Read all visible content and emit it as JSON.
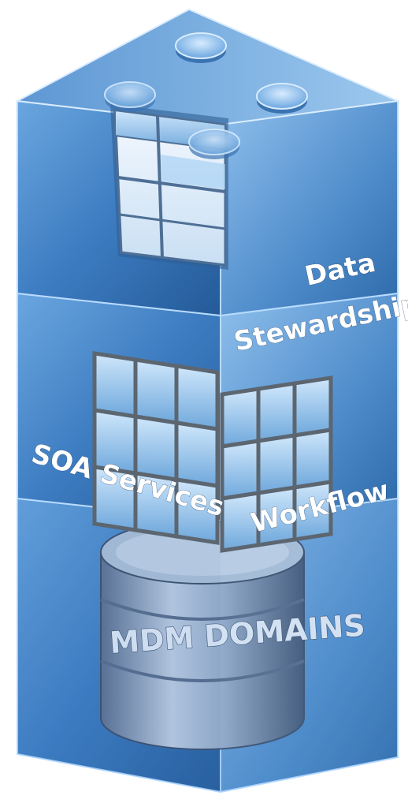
{
  "layers": [
    {
      "id": "top",
      "label_line1": "Data",
      "label_line2": "Stewardship"
    },
    {
      "id": "middle",
      "label_left": "SOA Services",
      "label_right": "Workflow"
    },
    {
      "id": "bottom",
      "label": "MDM DOMAINS"
    }
  ],
  "colors": {
    "cube_front": "#3f7fc4",
    "cube_side": "#6aa3db",
    "cube_top": "#8fbfe9",
    "edge_highlight": "#d9ecff",
    "database_body": "#a7b6cc",
    "database_dark": "#4e5f7a",
    "grid_pane": "#8cc1ea"
  }
}
